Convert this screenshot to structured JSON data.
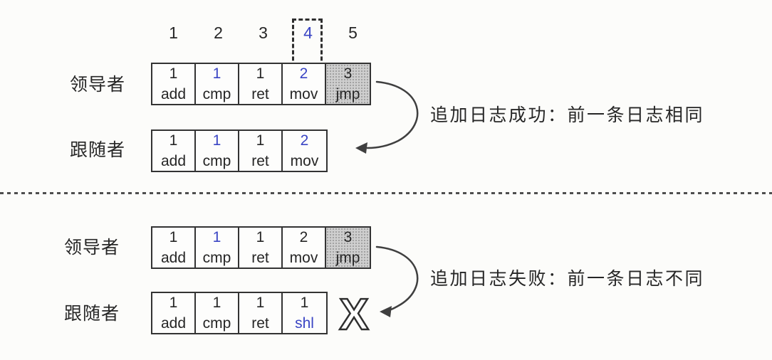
{
  "palette": {
    "ink": "#262626",
    "accent_blue": "#3a45c4",
    "cell_border": "#333333",
    "shaded_cell_bg": "#cfcfcf",
    "arrow": "#3f3f3f",
    "background": "#fcfcfa"
  },
  "index_row": {
    "items": [
      "1",
      "2",
      "3",
      "4",
      "5"
    ],
    "highlighted_item": "4"
  },
  "sections": [
    {
      "id": "append-success",
      "leader": {
        "label": "领导者",
        "cells": [
          {
            "term": "1",
            "cmd": "add"
          },
          {
            "term": "1",
            "cmd": "cmp"
          },
          {
            "term": "1",
            "cmd": "ret"
          },
          {
            "term": "2",
            "cmd": "mov",
            "dashed_highlight": true
          },
          {
            "term": "3",
            "cmd": "jmp",
            "shaded": true
          }
        ]
      },
      "follower": {
        "label": "跟随者",
        "cells": [
          {
            "term": "1",
            "cmd": "add"
          },
          {
            "term": "1",
            "cmd": "cmp"
          },
          {
            "term": "1",
            "cmd": "ret"
          },
          {
            "term": "2",
            "cmd": "mov"
          }
        ]
      },
      "annotation": "追加日志成功：前一条日志相同"
    },
    {
      "id": "append-failure",
      "leader": {
        "label": "领导者",
        "cells": [
          {
            "term": "1",
            "cmd": "add"
          },
          {
            "term": "1",
            "cmd": "cmp"
          },
          {
            "term": "1",
            "cmd": "ret"
          },
          {
            "term": "2",
            "cmd": "mov"
          },
          {
            "term": "3",
            "cmd": "jmp",
            "shaded": true
          }
        ]
      },
      "follower": {
        "label": "跟随者",
        "cells": [
          {
            "term": "1",
            "cmd": "add"
          },
          {
            "term": "1",
            "cmd": "cmp"
          },
          {
            "term": "1",
            "cmd": "ret"
          },
          {
            "term": "1",
            "cmd": "shl"
          }
        ]
      },
      "annotation": "追加日志失败：前一条日志不同",
      "mismatch_icon": "X"
    }
  ]
}
